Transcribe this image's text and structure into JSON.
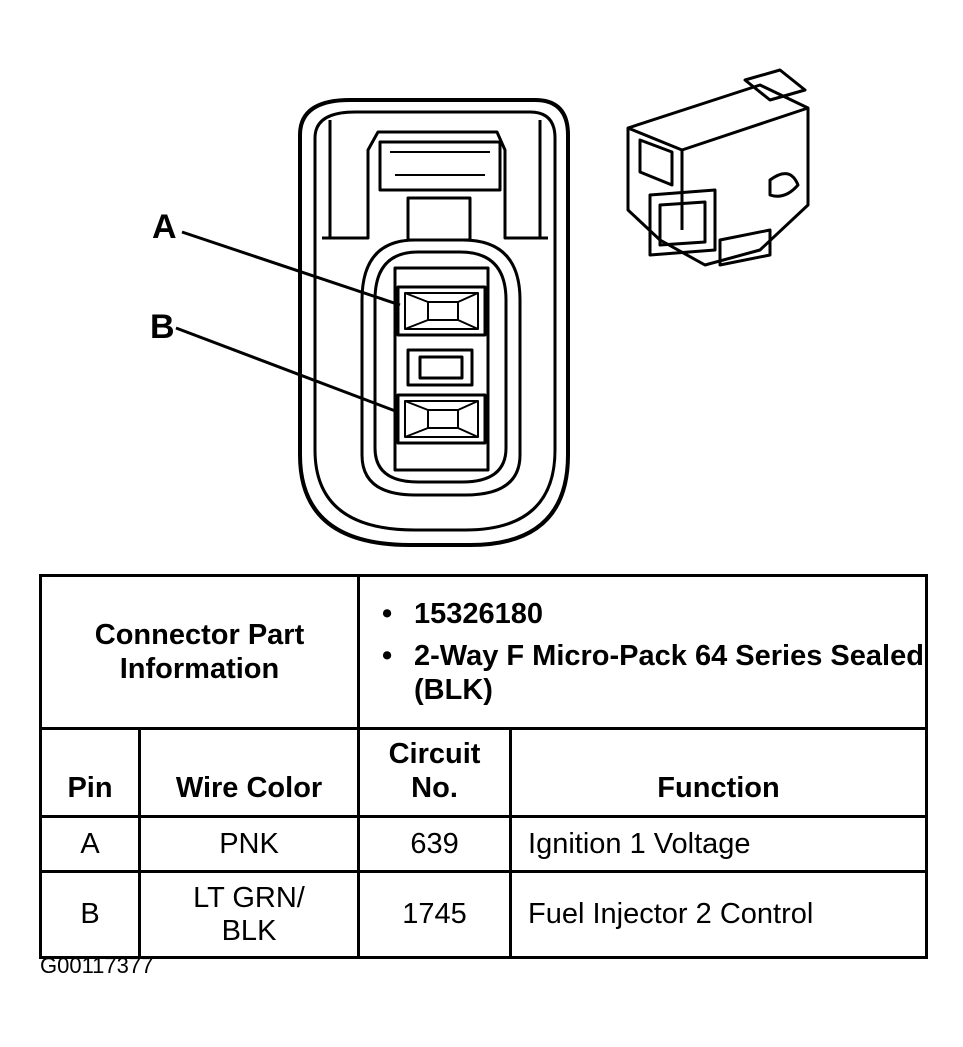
{
  "diagram": {
    "pin_labels": [
      "A",
      "B"
    ]
  },
  "connector": {
    "heading": "Connector Part Information",
    "details": [
      "15326180",
      "2-Way F Micro-Pack 64 Series Sealed (BLK)"
    ]
  },
  "table": {
    "headers": {
      "pin": "Pin",
      "wire_color": "Wire Color",
      "circuit": "Circuit No.",
      "function": "Function"
    },
    "rows": [
      {
        "pin": "A",
        "wire_color": "PNK",
        "circuit": "639",
        "function": "Ignition 1 Voltage"
      },
      {
        "pin": "B",
        "wire_color": "LT GRN/ BLK",
        "circuit": "1745",
        "function": "Fuel Injector 2 Control"
      }
    ]
  },
  "figure_id": "G00117377"
}
